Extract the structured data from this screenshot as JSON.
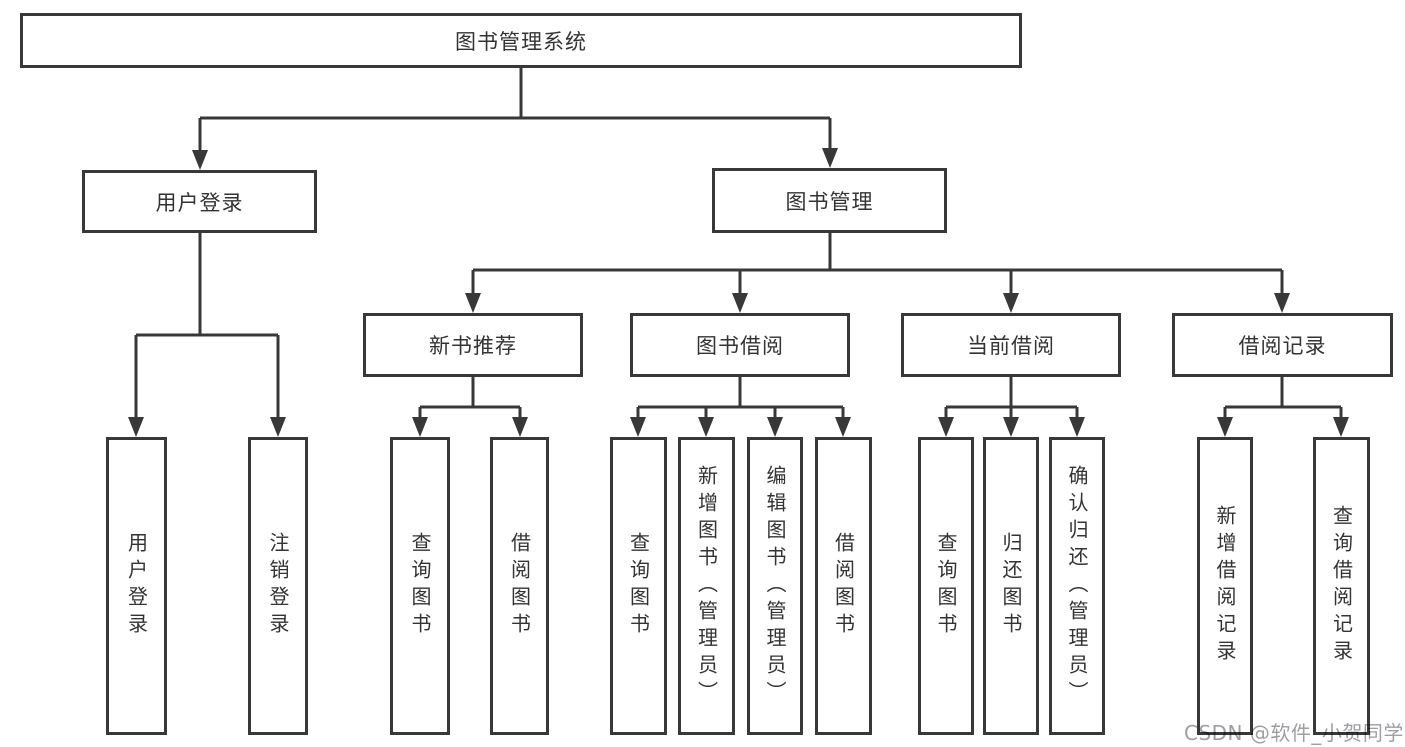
{
  "colors": {
    "bg": "#ffffff",
    "line": "#383838",
    "text": "#333333",
    "watermark": "#9e9ea4"
  },
  "watermark": "CSDN @软件_小贺同学",
  "nodes": {
    "root": {
      "label": "图书管理系统"
    },
    "user_login": {
      "label": "用户登录",
      "children": [
        {
          "label": "用户登录"
        },
        {
          "label": "注销登录"
        }
      ]
    },
    "book_management": {
      "label": "图书管理",
      "sections": [
        {
          "label": "新书推荐",
          "children": [
            {
              "label": "查询图书"
            },
            {
              "label": "借阅图书"
            }
          ]
        },
        {
          "label": "图书借阅",
          "children": [
            {
              "label": "查询图书"
            },
            {
              "label": "新增图书（管理员）"
            },
            {
              "label": "编辑图书（管理员）"
            },
            {
              "label": "借阅图书"
            }
          ]
        },
        {
          "label": "当前借阅",
          "children": [
            {
              "label": "查询图书"
            },
            {
              "label": "归还图书"
            },
            {
              "label": "确认归还（管理员）"
            }
          ]
        },
        {
          "label": "借阅记录",
          "children": [
            {
              "label": "新增借阅记录"
            },
            {
              "label": "查询借阅记录"
            }
          ]
        }
      ]
    }
  }
}
